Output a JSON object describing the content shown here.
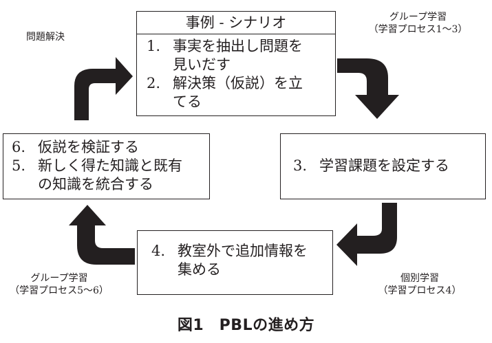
{
  "diagram": {
    "top_box": {
      "header": "事例 - シナリオ",
      "items": [
        {
          "num": "1.",
          "lines": [
            "事実を抽出し問題を",
            "見いだす"
          ]
        },
        {
          "num": "2.",
          "lines": [
            "解決策（仮説）を立",
            "てる"
          ]
        }
      ]
    },
    "right_box": {
      "items": [
        {
          "num": "3.",
          "lines": [
            "学習課題を設定する"
          ]
        }
      ]
    },
    "bottom_box": {
      "items": [
        {
          "num": "4.",
          "lines": [
            "教室外で追加情報を",
            "集める"
          ]
        }
      ]
    },
    "left_box": {
      "items": [
        {
          "num": "6.",
          "lines": [
            "仮説を検証する"
          ]
        },
        {
          "num": "5.",
          "lines": [
            "新しく得た知識と既有",
            "の知識を統合する"
          ]
        }
      ]
    },
    "labels": {
      "top_left": "問題解決",
      "top_right": [
        "グループ学習",
        "（学習プロセス1〜3）"
      ],
      "bottom_right": [
        "個別学習",
        "（学習プロセス4）"
      ],
      "bottom_left": [
        "グループ学習",
        "（学習プロセス5〜6）"
      ]
    },
    "arrows": [
      {
        "name": "arrow-left-to-top",
        "direction": "up-then-right"
      },
      {
        "name": "arrow-top-to-right",
        "direction": "right-then-down"
      },
      {
        "name": "arrow-right-to-bottom",
        "direction": "down-then-left"
      },
      {
        "name": "arrow-bottom-to-left",
        "direction": "left-then-up"
      }
    ],
    "colors": {
      "ink": "#231f20",
      "background": "#ffffff"
    }
  },
  "caption": "図1　PBLの進め方"
}
